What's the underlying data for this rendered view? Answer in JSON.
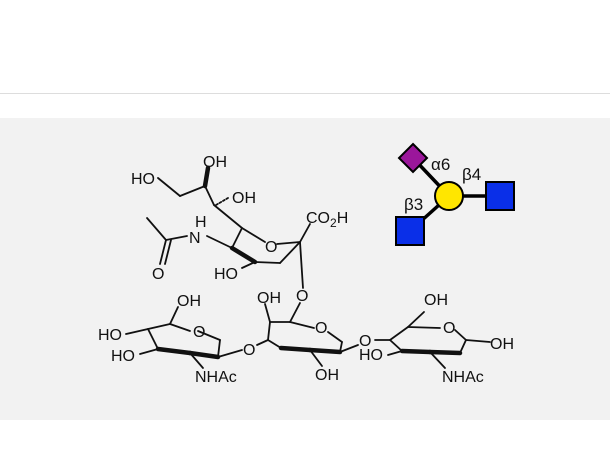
{
  "structure": {
    "atom_labels": {
      "ho_1": "HO",
      "oh_1": "OH",
      "oh_2": "OH",
      "h_nh": "H",
      "n": "N",
      "co2h": "CO2H",
      "o_ring_sia": "O",
      "carbonyl_o": "O",
      "ho_2": "HO",
      "o_link_1": "O",
      "oh_3": "OH",
      "ho_3": "HO",
      "ho_4": "HO",
      "o_ring_1": "O",
      "nhac_1": "NHAc",
      "o_link_2": "O",
      "oh_4": "OH",
      "o_ring_2": "O",
      "oh_5": "OH",
      "o_link_3": "O",
      "oh_6": "OH",
      "o_ring_3": "O",
      "ho_5": "HO",
      "oh_7": "OH",
      "nhac_2": "NHAc"
    }
  },
  "glycan_symbol": {
    "alpha6": "α6",
    "beta4": "β4",
    "beta3": "β3",
    "colors": {
      "sialic_acid": "#9b169b",
      "galactose": "#ffe600",
      "glcnac": "#0a2fe8",
      "link": "#000000"
    }
  }
}
